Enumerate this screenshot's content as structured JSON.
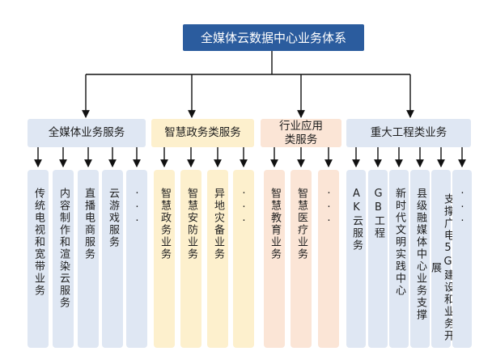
{
  "root": {
    "title": "全媒体云数据中心业务体系"
  },
  "categories": [
    {
      "label": "全媒体业务服务",
      "color": "#dfe7f3",
      "items": [
        "传统电视和宽带业务",
        "内容制作和渲染云服务",
        "直播电商服务",
        "云游戏服务",
        "···"
      ]
    },
    {
      "label": "智慧政务类服务",
      "color": "#fdf0cd",
      "items": [
        "智慧政务业务",
        "智慧安防业务",
        "异地灾备业务",
        "···"
      ]
    },
    {
      "label": "行业应用类服务",
      "color": "#fbe5d6",
      "items": [
        "智慧教育业务",
        "智慧医疗业务",
        "···"
      ]
    },
    {
      "label": "重大工程类业务",
      "color": "#dfe7f3",
      "items": [
        "AK云服务",
        "GB工程",
        "新时代文明实践中心",
        "县级融媒体中心业务支撑",
        "支撑广电5G建设和业务开展",
        "···"
      ]
    }
  ]
}
